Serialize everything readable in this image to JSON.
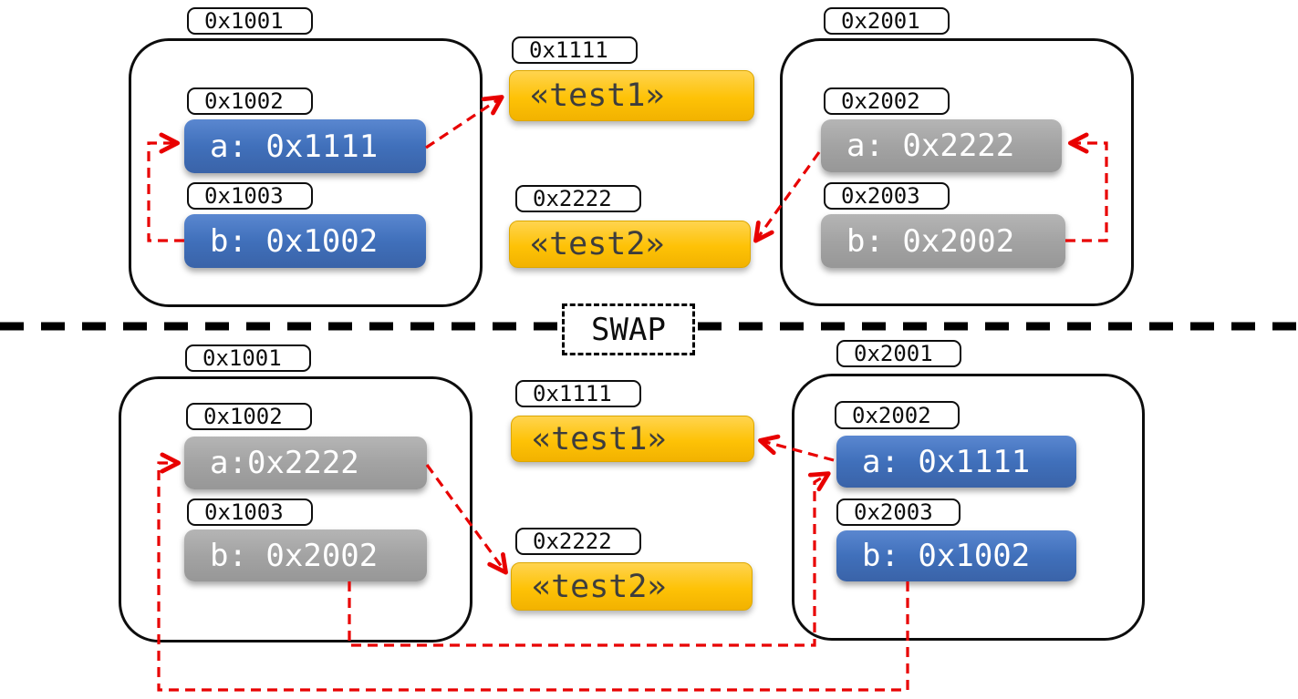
{
  "divider": {
    "label": "SWAP"
  },
  "colors": {
    "field_blue": "#4070BB",
    "field_gray": "#A3A3A3",
    "value_gold": "#FFC000",
    "arrow_red": "#E80000",
    "outline_black": "#0D0D0D"
  },
  "top": {
    "left_object": {
      "address": "0x1001",
      "fields": [
        {
          "address": "0x1002",
          "text": "a: 0x1111",
          "color": "blue"
        },
        {
          "address": "0x1003",
          "text": "b: 0x1002",
          "color": "blue"
        }
      ]
    },
    "right_object": {
      "address": "0x2001",
      "fields": [
        {
          "address": "0x2002",
          "text": "a: 0x2222",
          "color": "gray"
        },
        {
          "address": "0x2003",
          "text": "b: 0x2002",
          "color": "gray"
        }
      ]
    },
    "values": [
      {
        "address": "0x1111",
        "text": "«test1»"
      },
      {
        "address": "0x2222",
        "text": "«test2»"
      }
    ]
  },
  "bottom": {
    "left_object": {
      "address": "0x1001",
      "fields": [
        {
          "address": "0x1002",
          "text": "a:0x2222",
          "color": "gray"
        },
        {
          "address": "0x1003",
          "text": "b: 0x2002",
          "color": "gray"
        }
      ]
    },
    "right_object": {
      "address": "0x2001",
      "fields": [
        {
          "address": "0x2002",
          "text": "a: 0x1111",
          "color": "blue"
        },
        {
          "address": "0x2003",
          "text": "b: 0x1002",
          "color": "blue"
        }
      ]
    },
    "values": [
      {
        "address": "0x1111",
        "text": "«test1»"
      },
      {
        "address": "0x2222",
        "text": "«test2»"
      }
    ]
  }
}
